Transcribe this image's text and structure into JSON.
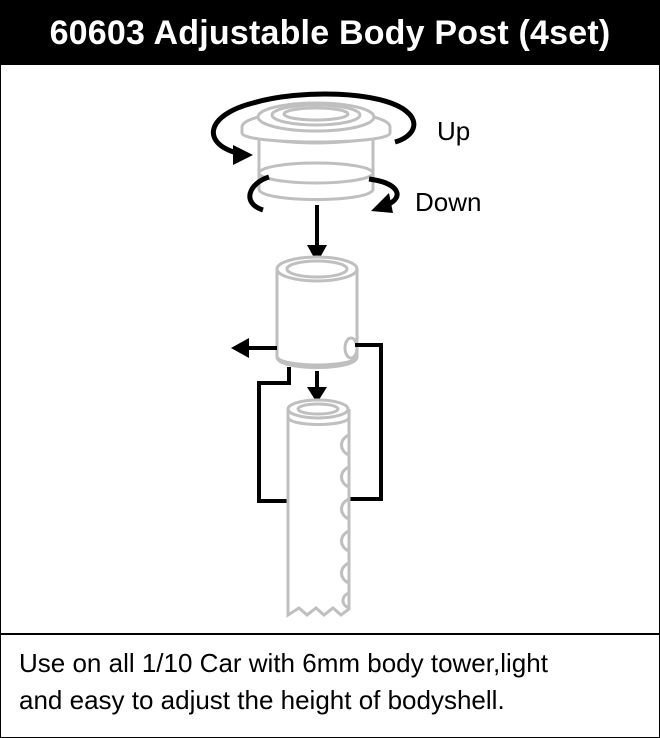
{
  "title": "60603 Adjustable Body Post (4set)",
  "labels": {
    "up": "Up",
    "down": "Down"
  },
  "caption": {
    "line1": "Use on all 1/10 Car with 6mm body tower,light",
    "line2": "and easy to adjust the height of bodyshell."
  },
  "colors": {
    "title_background": "#000000",
    "title_text": "#ffffff",
    "part_fill": "#ffffff",
    "part_outline": "#bfbfbf",
    "arrow": "#000000"
  },
  "icons": [
    "rotate-clockwise-arrow",
    "rotate-counterclockwise-arrow",
    "down-arrow",
    "left-arrow"
  ]
}
